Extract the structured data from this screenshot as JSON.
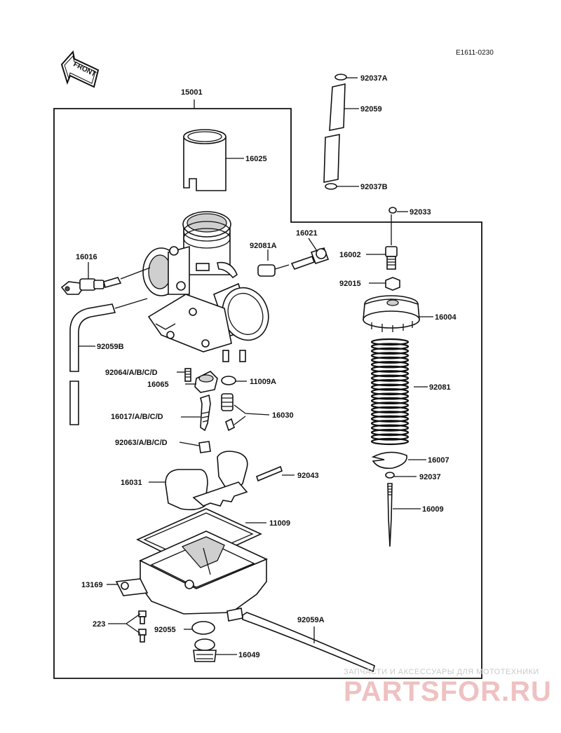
{
  "header": {
    "diagram_code": "E1611-0230",
    "front_label": "FRONT"
  },
  "parts": {
    "p15001": "15001",
    "p16025": "16025",
    "p16016": "16016",
    "p16021": "16021",
    "p92081A": "92081A",
    "p92059B": "92059B",
    "p92064": "92064/A/B/C/D",
    "p16065": "16065",
    "p11009A": "11009A",
    "p16017": "16017/A/B/C/D",
    "p16030": "16030",
    "p92063": "92063/A/B/C/D",
    "p16031": "16031",
    "p92043": "92043",
    "p11009": "11009",
    "p13169": "13169",
    "p223": "223",
    "p92055": "92055",
    "p16049": "16049",
    "p92059A": "92059A",
    "p92037A": "92037A",
    "p92059": "92059",
    "p92037B": "92037B",
    "p92033": "92033",
    "p16002": "16002",
    "p92015": "92015",
    "p16004": "16004",
    "p92081": "92081",
    "p16007": "16007",
    "p92037": "92037",
    "p16009": "16009"
  },
  "watermark": {
    "tagline": "ЗАПЧАСТИ И АКСЕССУАРЫ ДЛЯ МОТОТЕХНИКИ",
    "brand": "PARTSFOR.RU",
    "brand_color": "#e06060"
  }
}
